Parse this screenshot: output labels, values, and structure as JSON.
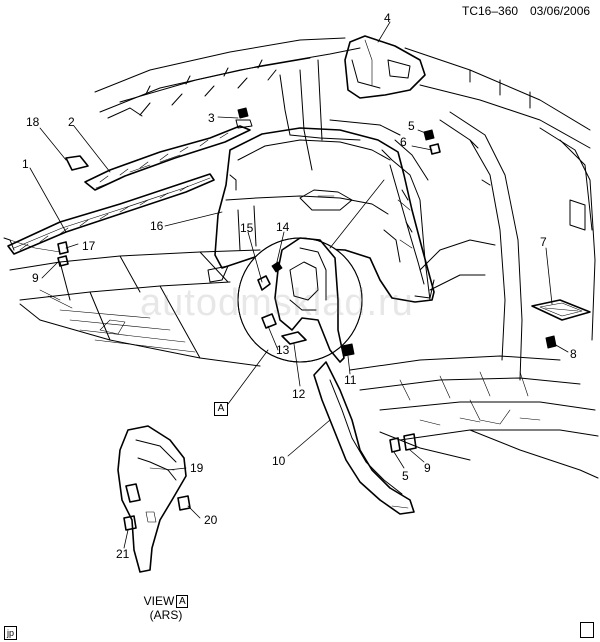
{
  "header": {
    "figure_id": "TC16–360",
    "date": "03/06/2006"
  },
  "callouts": [
    "1",
    "2",
    "3",
    "4",
    "5",
    "6",
    "7",
    "8",
    "9",
    "10",
    "11",
    "12",
    "13",
    "14",
    "15",
    "16",
    "17",
    "18",
    "19",
    "20",
    "21",
    "5",
    "9",
    "9"
  ],
  "view_ref": {
    "box_letter": "A",
    "view_word": "VIEW",
    "view_letter": "A",
    "sub": "(ARS)"
  },
  "watermark": "autodmsklad.ru",
  "footer": {
    "corner_tag": "jp"
  }
}
